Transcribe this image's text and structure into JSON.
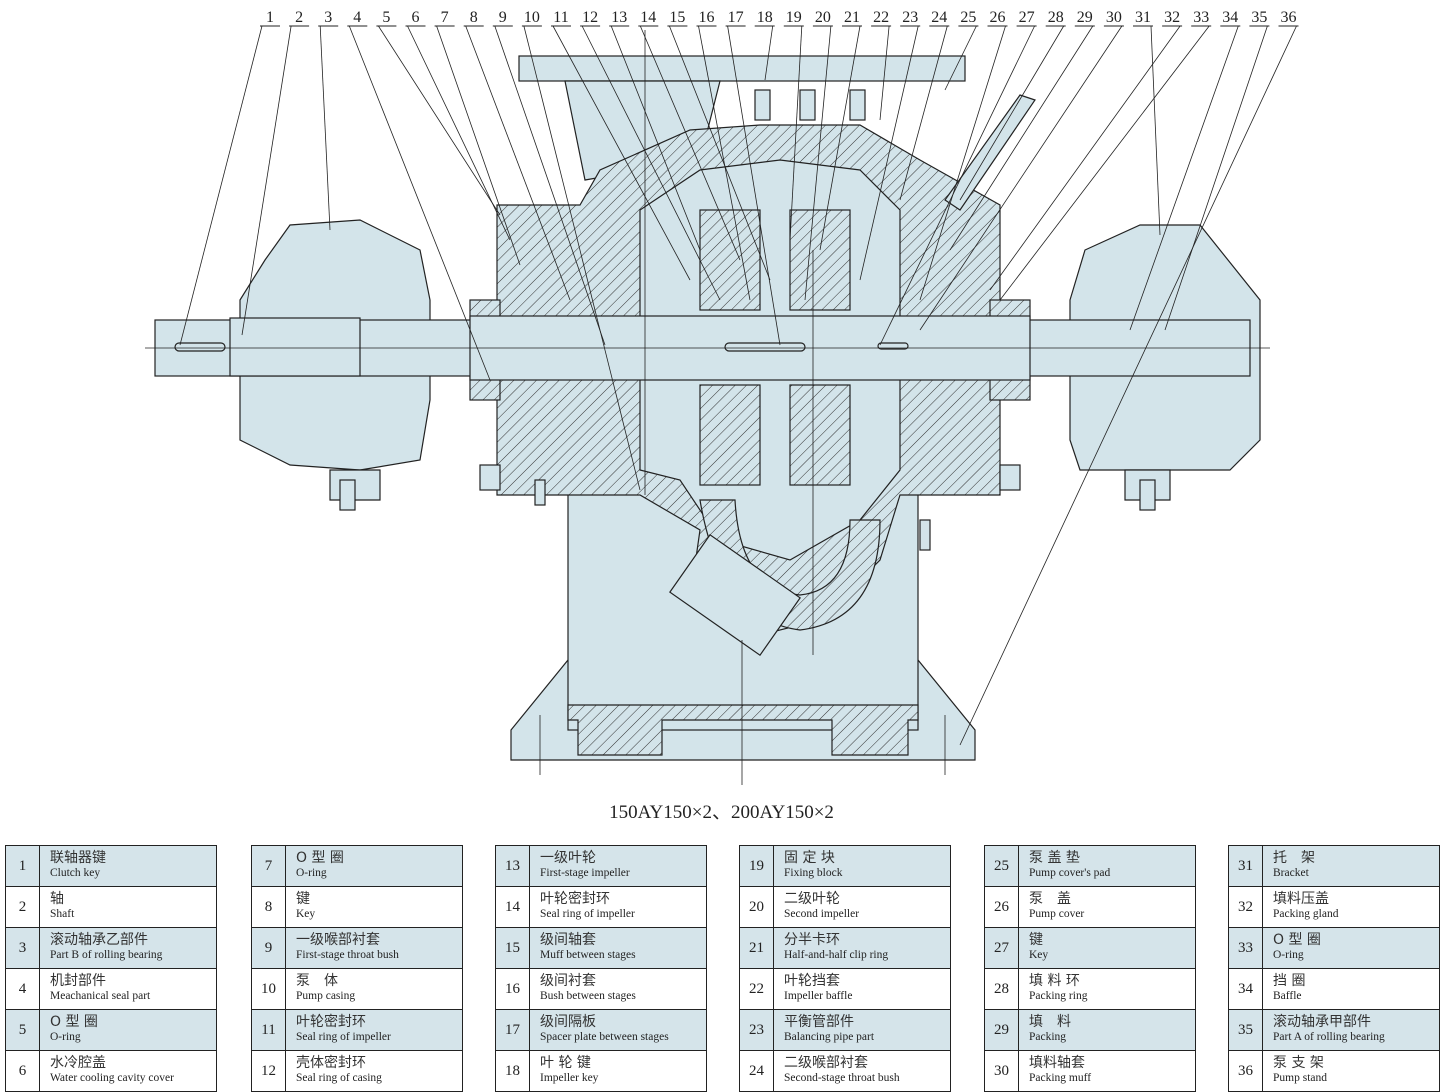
{
  "caption": "150AY150×2、200AY150×2",
  "callout_numbers": [
    "1",
    "2",
    "3",
    "4",
    "5",
    "6",
    "7",
    "8",
    "9",
    "10",
    "11",
    "12",
    "13",
    "14",
    "15",
    "16",
    "17",
    "18",
    "19",
    "20",
    "21",
    "22",
    "23",
    "24",
    "25",
    "26",
    "27",
    "28",
    "29",
    "30",
    "31",
    "32",
    "33",
    "34",
    "35",
    "36"
  ],
  "colors": {
    "fill": "#d3e4ea",
    "table_shade": "#d5e4ea",
    "line": "#222222"
  },
  "parts": [
    {
      "no": "1",
      "cn": "联轴器键",
      "en": "Clutch key"
    },
    {
      "no": "2",
      "cn": "轴",
      "en": "Shaft"
    },
    {
      "no": "3",
      "cn": "滚动轴承乙部件",
      "en": "Part B of rolling bearing"
    },
    {
      "no": "4",
      "cn": "机封部件",
      "en": "Meachanical seal part"
    },
    {
      "no": "5",
      "cn": "O 型 圈",
      "en": "O-ring"
    },
    {
      "no": "6",
      "cn": "水冷腔盖",
      "en": "Water cooling cavity cover"
    },
    {
      "no": "7",
      "cn": "O 型 圈",
      "en": "O-ring"
    },
    {
      "no": "8",
      "cn": "键",
      "en": "Key"
    },
    {
      "no": "9",
      "cn": "一级喉部衬套",
      "en": "First-stage throat bush"
    },
    {
      "no": "10",
      "cn": "泵　体",
      "en": "Pump casing"
    },
    {
      "no": "11",
      "cn": "叶轮密封环",
      "en": "Seal ring of impeller"
    },
    {
      "no": "12",
      "cn": "壳体密封环",
      "en": "Seal ring of casing"
    },
    {
      "no": "13",
      "cn": "一级叶轮",
      "en": "First-stage impeller"
    },
    {
      "no": "14",
      "cn": "叶轮密封环",
      "en": "Seal ring of impeller"
    },
    {
      "no": "15",
      "cn": "级间轴套",
      "en": "Muff between stages"
    },
    {
      "no": "16",
      "cn": "级间衬套",
      "en": "Bush between stages"
    },
    {
      "no": "17",
      "cn": "级间隔板",
      "en": "Spacer plate between stages"
    },
    {
      "no": "18",
      "cn": "叶 轮 键",
      "en": "Impeller key"
    },
    {
      "no": "19",
      "cn": "固 定 块",
      "en": "Fixing block"
    },
    {
      "no": "20",
      "cn": "二级叶轮",
      "en": "Second impeller"
    },
    {
      "no": "21",
      "cn": "分半卡环",
      "en": "Half-and-half clip ring"
    },
    {
      "no": "22",
      "cn": "叶轮挡套",
      "en": "Impeller baffle"
    },
    {
      "no": "23",
      "cn": "平衡管部件",
      "en": "Balancing pipe part"
    },
    {
      "no": "24",
      "cn": "二级喉部衬套",
      "en": "Second-stage throat bush"
    },
    {
      "no": "25",
      "cn": "泵 盖 垫",
      "en": "Pump cover's pad"
    },
    {
      "no": "26",
      "cn": "泵　盖",
      "en": "Pump cover"
    },
    {
      "no": "27",
      "cn": "键",
      "en": "Key"
    },
    {
      "no": "28",
      "cn": "填 料 环",
      "en": "Packing ring"
    },
    {
      "no": "29",
      "cn": "填　料",
      "en": "Packing"
    },
    {
      "no": "30",
      "cn": "填料轴套",
      "en": "Packing muff"
    },
    {
      "no": "31",
      "cn": "托　架",
      "en": "Bracket"
    },
    {
      "no": "32",
      "cn": "填料压盖",
      "en": "Packing gland"
    },
    {
      "no": "33",
      "cn": "O 型 圈",
      "en": "O-ring"
    },
    {
      "no": "34",
      "cn": "挡 圈",
      "en": "Baffle"
    },
    {
      "no": "35",
      "cn": "滚动轴承甲部件",
      "en": "Part A of rolling bearing"
    },
    {
      "no": "36",
      "cn": "泵 支 架",
      "en": "Pump stand"
    }
  ]
}
